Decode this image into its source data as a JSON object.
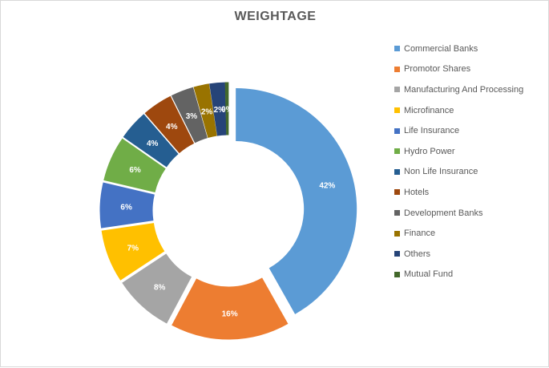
{
  "chart_data": {
    "type": "pie",
    "variant": "doughnut-exploded",
    "title": "WEIGHTAGE",
    "legend_position": "right",
    "slices": [
      {
        "label": "Commercial Banks",
        "value": 42,
        "display": "42%",
        "color": "#5b9bd5"
      },
      {
        "label": "Promotor Shares",
        "value": 16,
        "display": "16%",
        "color": "#ed7d31"
      },
      {
        "label": "Manufacturing And Processing",
        "value": 8,
        "display": "8%",
        "color": "#a5a5a5"
      },
      {
        "label": "Microfinance",
        "value": 7,
        "display": "7%",
        "color": "#ffc000"
      },
      {
        "label": "Life Insurance",
        "value": 6,
        "display": "6%",
        "color": "#4472c4"
      },
      {
        "label": "Hydro Power",
        "value": 6,
        "display": "6%",
        "color": "#70ad47"
      },
      {
        "label": "Non Life Insurance",
        "value": 4,
        "display": "4%",
        "color": "#255e91"
      },
      {
        "label": "Hotels",
        "value": 4,
        "display": "4%",
        "color": "#9e480e"
      },
      {
        "label": "Development Banks",
        "value": 3,
        "display": "3%",
        "color": "#636363"
      },
      {
        "label": "Finance",
        "value": 2,
        "display": "2%",
        "color": "#997300"
      },
      {
        "label": "Others",
        "value": 2,
        "display": "2%",
        "color": "#264478"
      },
      {
        "label": "Mutual Fund",
        "value": 0.4,
        "display": "0%",
        "color": "#43682b"
      }
    ]
  }
}
